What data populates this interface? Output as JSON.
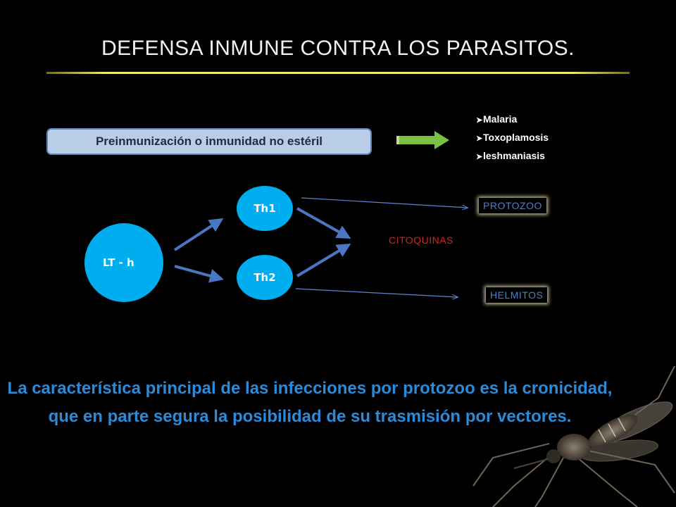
{
  "slide": {
    "title": "DEFENSA INMUNE CONTRA LOS PARASITOS.",
    "preimmunization_label": "Preinmunización o inmunidad no estéril",
    "diseases": [
      "Malaria",
      "Toxoplamosis",
      "leshmaniasis"
    ],
    "nodes": {
      "lth": "LT - h",
      "th1": "Th1",
      "th2": "Th2"
    },
    "cytokines_label": "CITOQUINAS",
    "targets": {
      "protozoo": "PROTOZOO",
      "helmitos": "HELMITOS"
    },
    "statement": "La característica principal de las infecciones por protozoo es la cronicidad, que en parte segura la posibilidad de su trasmisión por vectores."
  },
  "colors": {
    "background": "#000000",
    "node_fill": "#00aeef",
    "arrow_blue": "#4a77c4",
    "green_arrow": "#7ac143",
    "title_rule": "#ecec6a",
    "cytokines": "#d6231c",
    "statement": "#2b8bd8"
  },
  "icons": {
    "bullet": "arrowhead-bullet-icon",
    "mosquito": "mosquito-illustration"
  }
}
